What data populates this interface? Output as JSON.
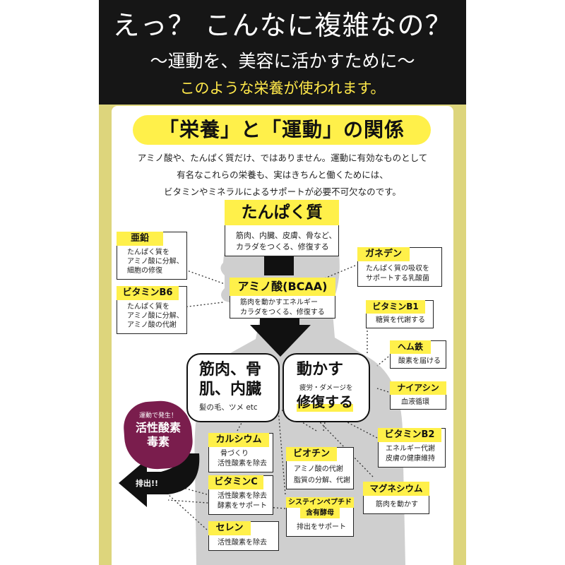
{
  "header": {
    "line1": "えっ？ こんなに複雑なの？",
    "line2": "～運動を、美容に活かすために～",
    "line3": "このような栄養が使われます。"
  },
  "section_title": "「栄養」と「運動」の関係",
  "intro": [
    "アミノ酸や、たんぱく質だけ、ではありません。運動に有効なものとして",
    "有名なこれらの栄養も、実はきちんと働くためには、",
    "ビタミンやミネラルによるサポートが必要不可欠なのです。"
  ],
  "protein": {
    "label": "たんぱく質",
    "desc1": "筋肉、内臓、皮膚、骨など、",
    "desc2": "カラダをつくる、修復する"
  },
  "amino": {
    "label": "アミノ酸(BCAA)",
    "desc1": "筋肉を動かすエネルギー",
    "desc2": "カラダをつくる、修復する"
  },
  "zinc": {
    "label": "亜鉛",
    "desc1": "たんぱく質を",
    "desc2": "アミノ酸に分解、",
    "desc3": "細胞の修復"
  },
  "b6": {
    "label": "ビタミンB6",
    "desc1": "たんぱく質を",
    "desc2": "アミノ酸に分解、",
    "desc3": "アミノ酸の代謝"
  },
  "gasseri": {
    "label": "ガネデン",
    "desc1": "たんぱく質の吸収を",
    "desc2": "サポートする乳酸菌"
  },
  "b1": {
    "label": "ビタミンB1",
    "desc1": "糖質を代謝する"
  },
  "iron": {
    "label": "ヘム鉄",
    "desc1": "酸素を届ける"
  },
  "niacin": {
    "label": "ナイアシン",
    "desc1": "血液循環"
  },
  "b2": {
    "label": "ビタミンB2",
    "desc1": "エネルギー代謝",
    "desc2": "皮膚の健康維持"
  },
  "magnesium": {
    "label": "マグネシウム",
    "desc1": "筋肉を動かす"
  },
  "calcium": {
    "label": "カルシウム",
    "desc1": "骨づくり",
    "desc2": "活性酸素を除去"
  },
  "vitc": {
    "label": "ビタミンC",
    "desc1": "活性酸素を除去",
    "desc2": "酵素をサポート"
  },
  "selenium": {
    "label": "セレン",
    "desc1": "活性酸素を除去"
  },
  "biotin": {
    "label": "ビオチン",
    "desc1": "アミノ酸の代謝",
    "desc2": "脂質の分解、代謝"
  },
  "cysteine": {
    "label1": "システインペプチド",
    "label2": "含有酵母",
    "desc1": "排出をサポート"
  },
  "muscle": {
    "line1": "筋肉、骨",
    "line2": "肌、内臓",
    "line3": "髪の毛、ツメ etc"
  },
  "move": {
    "line1": "動かす",
    "line2": "疲労・ダメージを",
    "line3": "修復する"
  },
  "warn": {
    "line1": "運動で発生！",
    "line2": "活性酸素",
    "line3": "毒素"
  },
  "excrete": "排出!!",
  "colors": {
    "yellow": "#fff04a",
    "panel": "#ddd57c",
    "header": "#161616",
    "warn": "#7a1d4d",
    "silhouette": "#cfcfcf"
  }
}
